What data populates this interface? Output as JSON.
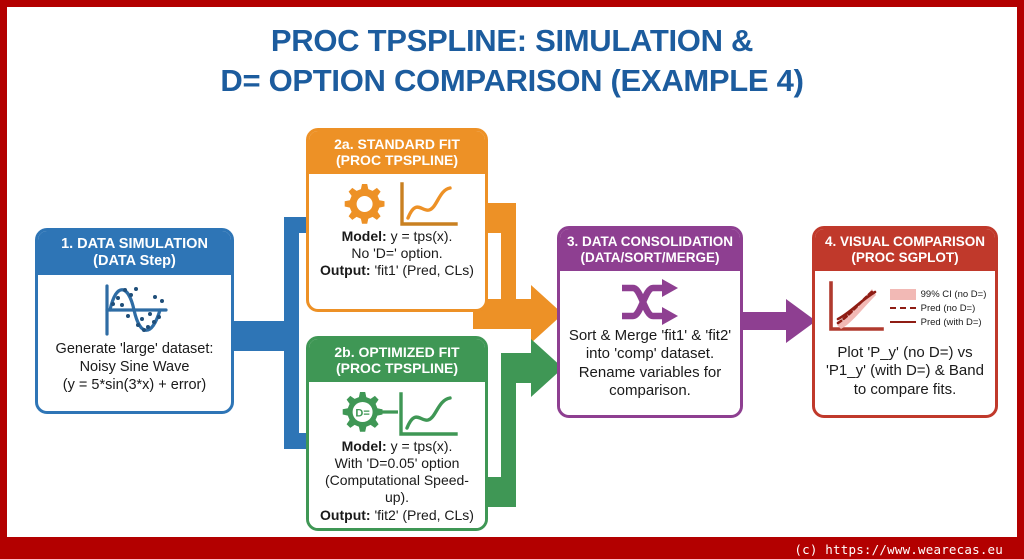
{
  "title": {
    "line1": "PROC TPSPLINE: SIMULATION &",
    "line2": "D= OPTION COMPARISON (EXAMPLE 4)",
    "color": "#1c5c9e"
  },
  "steps": [
    {
      "id": "step-1",
      "header_line1": "1. DATA SIMULATION",
      "header_line2": "(DATA Step)",
      "color": "#2e75b6",
      "icon": "noisy-sine-wave-icon",
      "body_lines": [
        "Generate 'large' dataset:",
        "Noisy Sine Wave",
        "(y = 5*sin(3*x) + error)"
      ]
    },
    {
      "id": "step-2a",
      "header_line1": "2a. STANDARD FIT",
      "header_line2": "(PROC TPSPLINE)",
      "color": "#ed9126",
      "icon": "gear-and-curve-chart-icon",
      "body_lines": [
        "Model: y = tps(x).",
        "No 'D=' option.",
        "Output: 'fit1' (Pred, CLs)"
      ],
      "bold_prefixes": [
        "Model:",
        "",
        "Output:"
      ]
    },
    {
      "id": "step-2b",
      "header_line1": "2b. OPTIMIZED FIT",
      "header_line2": "(PROC TPSPLINE)",
      "color": "#3f9755",
      "icon": "gear-d-equals-and-curve-chart-icon",
      "icon_label": "D=",
      "body_lines": [
        "Model: y = tps(x).",
        "With 'D=0.05' option",
        "(Computational Speed-up).",
        "Output: 'fit2' (Pred, CLs)"
      ],
      "bold_prefixes": [
        "Model:",
        "",
        "",
        "Output:"
      ]
    },
    {
      "id": "step-3",
      "header_line1": "3. DATA CONSOLIDATION",
      "header_line2": "(DATA/SORT/MERGE)",
      "color": "#8e3f91",
      "icon": "shuffle-icon",
      "body_lines": [
        "Sort & Merge 'fit1' & 'fit2'",
        "into 'comp' dataset.",
        "Rename variables for",
        "comparison."
      ]
    },
    {
      "id": "step-4",
      "header_line1": "4. VISUAL COMPARISON",
      "header_line2": "(PROC SGPLOT)",
      "color": "#c0392b",
      "icon": "confidence-band-plot-icon",
      "body_lines": [
        "Plot 'P_y' (no D=) vs",
        "'P1_y' (with D=) & Band",
        "to compare fits."
      ],
      "legend": [
        {
          "marker": "band",
          "label": "99% CI (no D=)",
          "color": "#f2b9b5"
        },
        {
          "marker": "dash",
          "label": "Pred (no D=)",
          "color": "#8f1d14"
        },
        {
          "marker": "solid",
          "label": "Pred (with D=)",
          "color": "#8f1d14"
        }
      ]
    }
  ],
  "connectors": [
    {
      "name": "arrow-split-sim-to-fits",
      "color": "#2e75b6",
      "from": "step-1",
      "to": "step-2a, step-2b"
    },
    {
      "name": "arrow-standardfit-to-consolidation",
      "color": "#ed9126",
      "from": "step-2a",
      "to": "step-3"
    },
    {
      "name": "arrow-optimizedfit-to-consolidation",
      "color": "#3f9755",
      "from": "step-2b",
      "to": "step-3"
    },
    {
      "name": "arrow-consolidation-to-comparison",
      "color": "#8e3f91",
      "from": "step-3",
      "to": "step-4"
    }
  ],
  "watermark": {
    "text": "(c) https://www.wearecas.eu",
    "bar_color": "#b30000"
  },
  "frame": {
    "border_color": "#b30000"
  }
}
